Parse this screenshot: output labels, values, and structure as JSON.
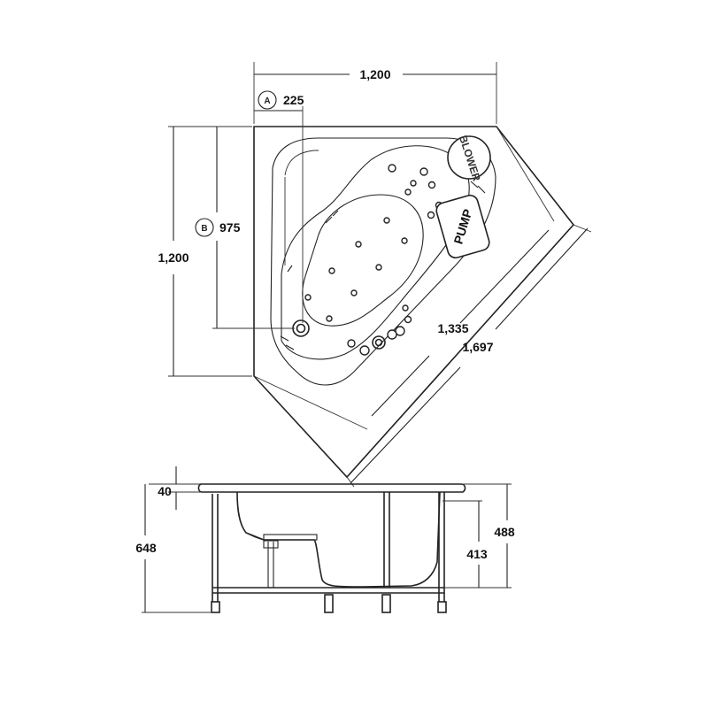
{
  "plan": {
    "width_top": "1,200",
    "width_left": "1,200",
    "dim_a_badge": "A",
    "dim_a_value": "225",
    "dim_b_badge": "B",
    "dim_b_value": "975",
    "diag_inner": "1,335",
    "diag_outer": "1,697",
    "blower_label": "BLOWER",
    "pump_label": "PUMP"
  },
  "section": {
    "rim": "40",
    "total_height": "648",
    "leg_height": "488",
    "seat_height": "413"
  }
}
